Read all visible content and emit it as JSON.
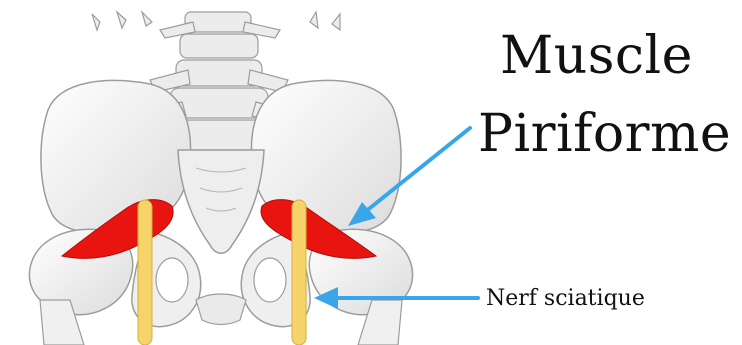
{
  "labels": {
    "title_line_1": "Muscle",
    "title_line_2": "Piriforme",
    "nerve": "Nerf sciatique"
  },
  "colors": {
    "bone_fill": "#f2f2f2",
    "bone_stroke": "#9c9c9c",
    "muscle": "#e8140f",
    "nerve": "#f7d46b",
    "arrow": "#3aa6ea",
    "text": "#111111"
  },
  "icons": {
    "arrow_muscle": "arrow-pointing-to-piriformis-muscle",
    "arrow_nerve": "arrow-pointing-to-sciatic-nerve"
  }
}
